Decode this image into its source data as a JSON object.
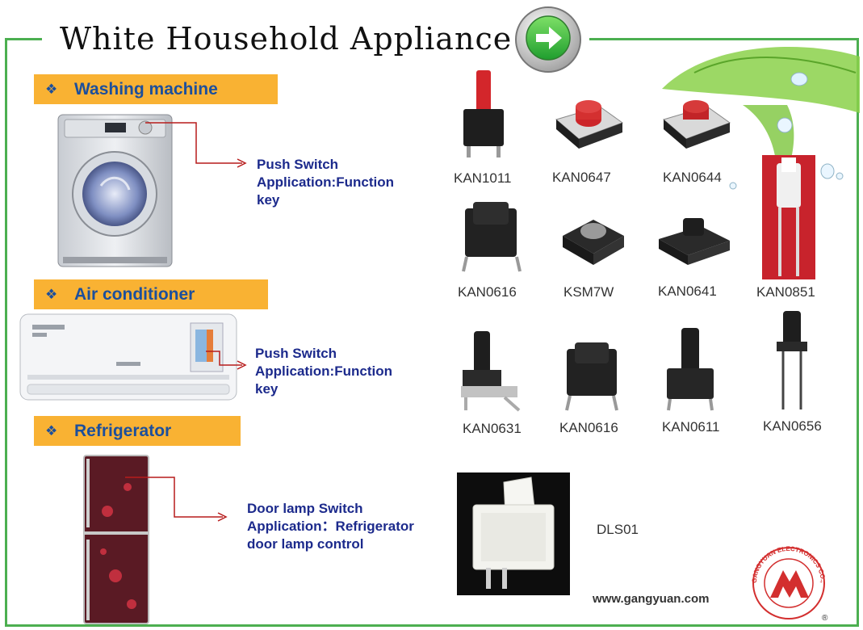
{
  "title": "White Household Appliance",
  "sections": [
    {
      "label": "Washing machine",
      "desc": [
        "Push Switch",
        "Application:Function",
        "key"
      ]
    },
    {
      "label": "Air conditioner",
      "desc": [
        "Push Switch",
        "Application:Function",
        "key"
      ]
    },
    {
      "label": "Refrigerator",
      "desc": [
        "Door lamp Switch",
        "Application：Refrigerator",
        "door lamp control"
      ]
    }
  ],
  "products": {
    "row1": [
      "KAN1011",
      "KAN0647",
      "KAN0644"
    ],
    "row2": [
      "KAN0616",
      "KSM7W",
      "KAN0641",
      "KAN0851"
    ],
    "row3": [
      "KAN0631",
      "KAN0616",
      "KAN0611",
      "KAN0656"
    ],
    "door": "DLS01"
  },
  "website": "www.gangyuan.com",
  "logo": {
    "text": "GANGYUAN ELECTRONICS CO.,LTD.",
    "mark": "®"
  },
  "colors": {
    "accent": "#f9b233",
    "frame": "#4caf50",
    "text_blue": "#1c4f9c",
    "desc_blue": "#1c2a8c",
    "connector": "#b71c1c"
  }
}
